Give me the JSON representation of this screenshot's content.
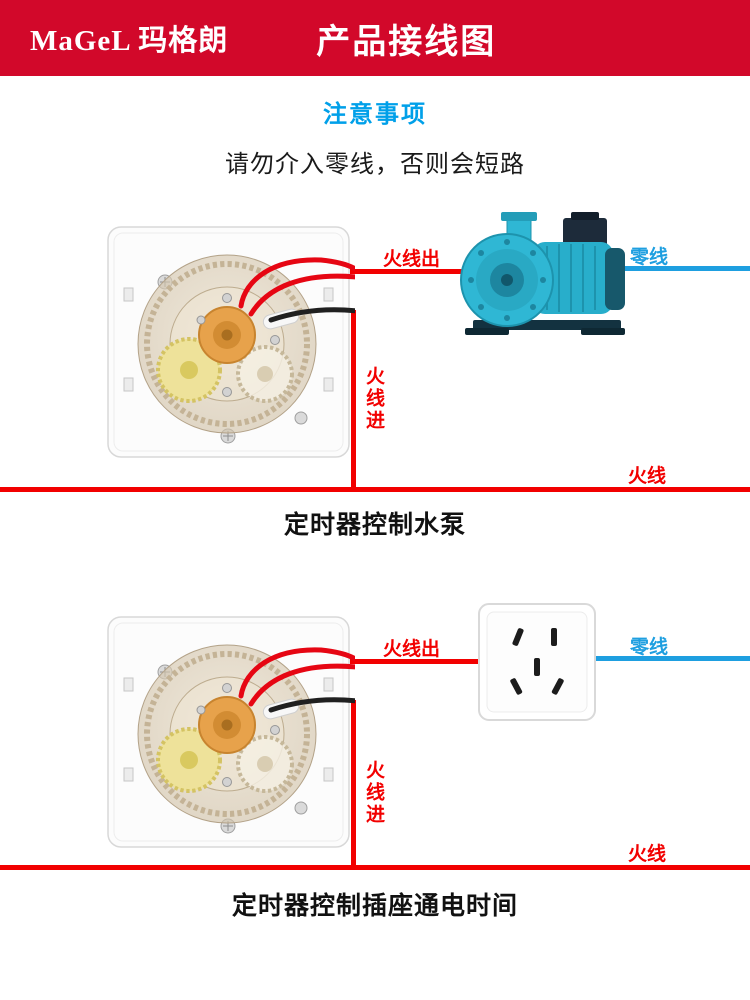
{
  "header": {
    "brand": "MaGeL 玛格朗",
    "title": "产品接线图"
  },
  "notice": {
    "heading": "注意事项",
    "body": "请勿介入零线，否则会短路"
  },
  "wire_labels": {
    "live_out": "火线出",
    "neutral": "零线",
    "live_in": "火线进",
    "live": "火线"
  },
  "diagrams": [
    {
      "caption": "定时器控制水泵",
      "device": "timer-switch",
      "load": "water-pump"
    },
    {
      "caption": "定时器控制插座通电时间",
      "device": "timer-switch",
      "load": "wall-socket"
    }
  ],
  "colors": {
    "header_bg": "#d2082a",
    "live_wire": "#f20000",
    "neutral_wire": "#1e9fe0",
    "notice_heading": "#00a0e9"
  }
}
